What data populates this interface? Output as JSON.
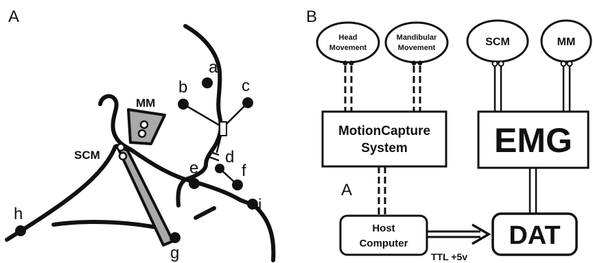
{
  "panel_a": {
    "panel_label": "A",
    "muscle_labels": {
      "masseter": "MM",
      "sternocleidomastoid": "SCM"
    },
    "markers": [
      "a",
      "b",
      "c",
      "d",
      "e",
      "f",
      "g",
      "h",
      "i"
    ]
  },
  "panel_b": {
    "panel_label": "B",
    "sensors": {
      "head_movement": [
        "Head",
        "Movement"
      ],
      "mandibular_movement": [
        "Mandibular",
        "Movement"
      ],
      "scm": "SCM",
      "mm": "MM"
    },
    "blocks": {
      "motion_capture": [
        "MotionCapture",
        "System"
      ],
      "emg": "EMG",
      "host_computer": [
        "Host",
        "Computer"
      ],
      "dat": "DAT"
    },
    "connection_label": "A",
    "trigger_label": "TTL +5v"
  },
  "colors": {
    "ink": "#111111",
    "muscle_fill": "#a9a9a9",
    "background": "#ffffff"
  }
}
